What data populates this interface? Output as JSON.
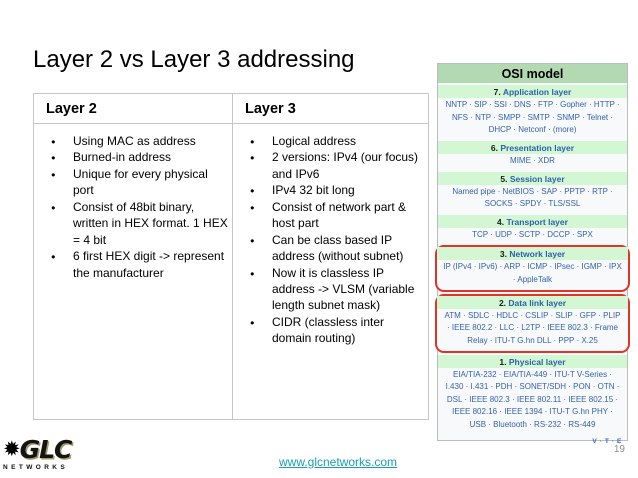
{
  "slide": {
    "title": "Layer 2 vs Layer 3 addressing",
    "page_number": "19",
    "footer_url": "www.glcnetworks.com"
  },
  "logo": {
    "main": "GLC",
    "sub": "NETWORKS",
    "burst_icon": "starburst"
  },
  "comparison_table": {
    "columns": [
      {
        "header": "Layer 2",
        "bullets": [
          "Using MAC as address",
          "Burned-in address",
          "Unique for every physical port",
          "Consist of 48bit binary, written in HEX format. 1 HEX = 4 bit",
          "6 first HEX digit -> represent the manufacturer"
        ]
      },
      {
        "header": "Layer 3",
        "bullets": [
          "Logical address",
          "2 versions: IPv4 (our focus) and IPv6",
          "IPv4 32 bit long",
          "Consist of network part & host part",
          "Can be class based IP address (without subnet)",
          "Now it is classless IP address -> VLSM (variable length subnet mask)",
          "CIDR (classless inter domain routing)"
        ]
      }
    ]
  },
  "osi": {
    "title": "OSI model",
    "nav_links": "V · T · E",
    "layers": [
      {
        "num": "7.",
        "name": "Application layer",
        "highlighted": false,
        "protocols": "NNTP · SIP · SSI · DNS · FTP · Gopher · HTTP · NFS · NTP · SMPP · SMTP · SNMP · Telnet · DHCP · Netconf · (more)"
      },
      {
        "num": "6.",
        "name": "Presentation layer",
        "highlighted": false,
        "protocols": "MIME · XDR"
      },
      {
        "num": "5.",
        "name": "Session layer",
        "highlighted": false,
        "protocols": "Named pipe · NetBIOS · SAP · PPTP · RTP · SOCKS · SPDY · TLS/SSL"
      },
      {
        "num": "4.",
        "name": "Transport layer",
        "highlighted": false,
        "protocols": "TCP · UDP · SCTP · DCCP · SPX"
      },
      {
        "num": "3.",
        "name": "Network layer",
        "highlighted": true,
        "protocols": "IP (IPv4 · IPv6) · ARP · ICMP · IPsec · IGMP · IPX · AppleTalk"
      },
      {
        "num": "2.",
        "name": "Data link layer",
        "highlighted": true,
        "protocols": "ATM · SDLC · HDLC · CSLIP · SLIP · GFP · PLIP · IEEE 802.2 · LLC · L2TP · IEEE 802.3 · Frame Relay · ITU-T G.hn DLL · PPP · X.25"
      },
      {
        "num": "1.",
        "name": "Physical layer",
        "highlighted": false,
        "protocols": "EIA/TIA-232 · EIA/TIA-449 · ITU-T V-Series · I.430 · I.431 · PDH · SONET/SDH · PON · OTN · DSL · IEEE 802.3 · IEEE 802.11 · IEEE 802.15 · IEEE 802.16 · IEEE 1394 · ITU-T G.hn PHY · USB · Bluetooth · RS-232 · RS-449"
      }
    ]
  },
  "colors": {
    "osi_title_bg": "#b3d9b3",
    "osi_layer_band_bg": "#d2f7d2",
    "osi_link_blue": "#3462ad",
    "highlight_red": "#e23327",
    "url_teal": "#1a9fae",
    "table_border": "#c6c6c6"
  }
}
